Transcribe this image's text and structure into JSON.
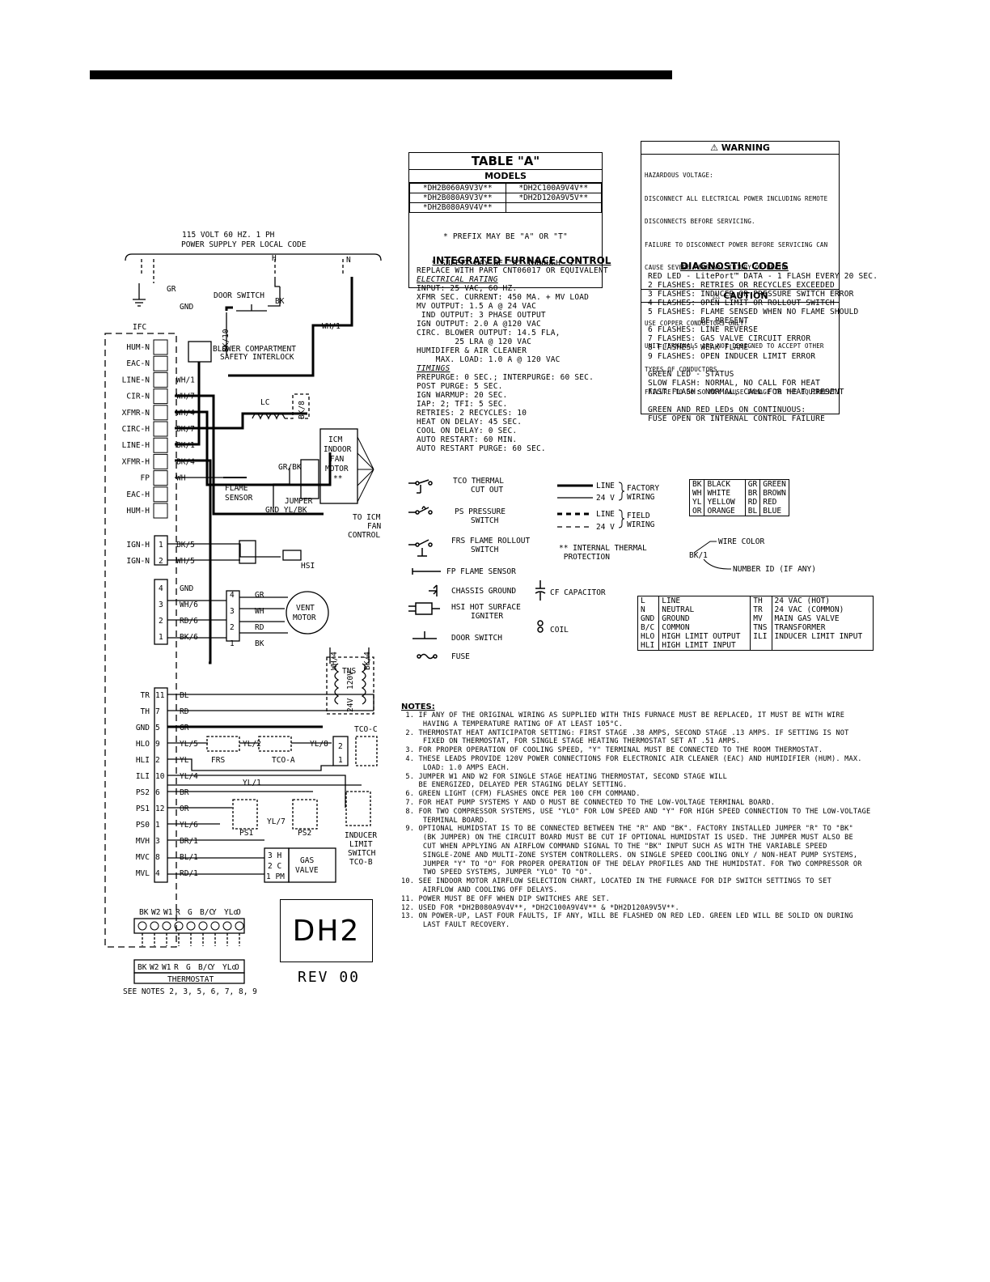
{
  "table_a": {
    "title": "TABLE \"A\"",
    "subtitle": "MODELS",
    "rows": [
      [
        "*DH2B060A9V3V**",
        "*DH2C100A9V4V**"
      ],
      [
        "*DH2B080A9V3V**",
        "*DH2D120A9V5V**"
      ],
      [
        "*DH2B080A9V4V**",
        ""
      ]
    ],
    "notes": [
      "* PREFIX MAY BE \"A\" OR \"T\"",
      "* SUFFIX MAY BE \"A\" THROUGH \"Z\""
    ]
  },
  "warning": {
    "title": "WARNING",
    "lines": [
      "HAZARDOUS VOLTAGE:",
      "DISCONNECT ALL ELECTRICAL POWER INCLUDING REMOTE",
      "DISCONNECTS BEFORE SERVICING.",
      "FAILURE TO DISCONNECT POWER BEFORE SERVICING CAN",
      "CAUSE SEVERE PERSONAL INJURY OR DEATH."
    ],
    "caution_title": "CAUTION",
    "caution_lines": [
      "USE COPPER CONDUCTORS ONLY!",
      "UNIT TERMINALS ARE NOT DESIGNED TO ACCEPT OTHER",
      "TYPES OF CONDUCTORS.",
      "FAILURE TO DO SO MAY CAUSE DAMAGE TO THE EQUIPMENT."
    ]
  },
  "ifc_spec": {
    "title": "INTEGRATED FURNACE CONTROL",
    "replace": "REPLACE WITH PART CNT06017 OR EQUIVALENT",
    "rating_title": "ELECTRICAL RATING",
    "rating_lines": [
      "INPUT: 25 VAC, 60 HZ.",
      "XFMR SEC. CURRENT: 450 MA. + MV LOAD",
      "MV OUTPUT: 1.5 A @ 24 VAC",
      " IND OUTPUT: 3 PHASE OUTPUT",
      "IGN OUTPUT: 2.0 A @120 VAC",
      "CIRC. BLOWER OUTPUT: 14.5 FLA,",
      "        25 LRA @ 120 VAC",
      "HUMIDIFER & AIR CLEANER",
      "    MAX. LOAD: 1.0 A @ 120 VAC"
    ],
    "timings_title": "TIMINGS",
    "timing_lines": [
      "PREPURGE: 0 SEC.; INTERPURGE: 60 SEC.",
      "POST PURGE: 5 SEC.",
      "IGN WARMUP: 20 SEC.",
      "IAP: 2; TFI: 5 SEC.",
      "RETRIES: 2 RECYCLES: 10",
      "HEAT ON DELAY: 45 SEC.",
      "COOL ON DELAY: 0 SEC.",
      "AUTO RESTART: 60 MIN.",
      "AUTO RESTART PURGE: 60 SEC."
    ]
  },
  "diagnostic": {
    "title": "DIAGNOSTIC CODES",
    "lines": [
      "RED LED - LitePort™ DATA - 1 FLASH EVERY 20 SEC.",
      "2 FLASHES: RETRIES OR RECYCLES EXCEEDED",
      "3 FLASHES: INDUCER OR PRESSURE SWITCH ERROR",
      "4 FLASHES: OPEN LIMIT OR ROLLOUT SWITCH",
      "5 FLASHES: FLAME SENSED WHEN NO FLAME SHOULD",
      "           BE PRESENT",
      "6 FLASHES: LINE REVERSE",
      "7 FLASHES: GAS VALVE CIRCUIT ERROR",
      "8 FLASHES: WEAK FLAME",
      "9 FLASHES: OPEN INDUCER LIMIT ERROR",
      "",
      "GREEN LED - STATUS",
      "SLOW FLASH: NORMAL, NO CALL FOR HEAT",
      "FAST FLASH: NORMAL, CALL FOR HEAT PRESENT",
      "",
      "GREEN AND RED LEDs ON CONTINUOUS:",
      "FUSE OPEN OR INTERNAL CONTROL FAILURE"
    ]
  },
  "legend": {
    "symbols": [
      {
        "label": "TCO THERMAL\n    CUT OUT"
      },
      {
        "label": "PS PRESSURE\n    SWITCH"
      },
      {
        "label": "FRS FLAME ROLLOUT\n      SWITCH"
      },
      {
        "label": "FP FLAME SENSOR"
      },
      {
        "label": "CHASSIS GROUND"
      },
      {
        "label": "HSI HOT SURFACE\n    IGNITER"
      },
      {
        "label": "DOOR SWITCH"
      },
      {
        "label": "FUSE"
      }
    ],
    "cf_label": "CF CAPACITOR",
    "coil_label": "COIL",
    "line_label": "LINE",
    "v24_label": "24 V",
    "factory_label": "FACTORY\nWIRING",
    "field_label": "FIELD\nWIRING",
    "internal_label": "** INTERNAL THERMAL\n   PROTECTION"
  },
  "color_codes": [
    [
      "BK",
      "BLACK",
      "GR",
      "GREEN"
    ],
    [
      "WH",
      "WHITE",
      "BR",
      "BROWN"
    ],
    [
      "YL",
      "YELLOW",
      "RD",
      "RED"
    ],
    [
      "OR",
      "ORANGE",
      "BL",
      "BLUE"
    ]
  ],
  "wire_example": {
    "code": "BK/1",
    "color": "WIRE COLOR",
    "number": "NUMBER ID (IF ANY)"
  },
  "abbrev": [
    [
      "L",
      "LINE",
      "TH",
      "24 VAC (HOT)"
    ],
    [
      "N",
      "NEUTRAL",
      "TR",
      "24 VAC (COMMON)"
    ],
    [
      "GND",
      "GROUND",
      "MV",
      "MAIN GAS VALVE"
    ],
    [
      "B/C",
      "COMMON",
      "TNS",
      "TRANSFORMER"
    ],
    [
      "HLO",
      "HIGH LIMIT OUTPUT",
      "ILI",
      "INDUCER LIMIT INPUT"
    ],
    [
      "HLI",
      "HIGH LIMIT INPUT",
      "",
      ""
    ]
  ],
  "notes": {
    "title": "NOTES:",
    "items": [
      " 1. IF ANY OF THE ORIGINAL WIRING AS SUPPLIED WITH THIS FURNACE MUST BE REPLACED, IT MUST BE WITH WIRE\n     HAVING A TEMPERATURE RATING OF AT LEAST 105°C.",
      " 2. THERMOSTAT HEAT ANTICIPATOR SETTING: FIRST STAGE .38 AMPS, SECOND STAGE .13 AMPS. IF SETTING IS NOT\n     FIXED ON THERMOSTAT, FOR SINGLE STAGE HEATING THERMOSTAT SET AT .51 AMPS.",
      " 3. FOR PROPER OPERATION OF COOLING SPEED, \"Y\" TERMINAL MUST BE CONNECTED TO THE ROOM THERMOSTAT.",
      " 4. THESE LEADS PROVIDE 120V POWER CONNECTIONS FOR ELECTRONIC AIR CLEANER (EAC) AND HUMIDIFIER (HUM). MAX.\n     LOAD: 1.0 AMPS EACH.",
      " 5. JUMPER W1 AND W2 FOR SINGLE STAGE HEATING THERMOSTAT, SECOND STAGE WILL\n    BE ENERGIZED, DELAYED PER STAGING DELAY SETTING.",
      " 6. GREEN LIGHT (CFM) FLASHES ONCE PER 100 CFM COMMAND.",
      " 7. FOR HEAT PUMP SYSTEMS Y AND O MUST BE CONNECTED TO THE LOW-VOLTAGE TERMINAL BOARD.",
      " 8. FOR TWO COMPRESSOR SYSTEMS, USE \"YLO\" FOR LOW SPEED AND \"Y\" FOR HIGH SPEED CONNECTION TO THE LOW-VOLTAGE\n     TERMINAL BOARD.",
      " 9. OPTIONAL HUMIDSTAT IS TO BE CONNECTED BETWEEN THE \"R\" AND \"BK\". FACTORY INSTALLED JUMPER \"R\" TO \"BK\"\n     (BK JUMPER) ON THE CIRCUIT BOARD MUST BE CUT IF OPTIONAL HUMIDSTAT IS USED. THE JUMPER MUST ALSO BE\n     CUT WHEN APPLYING AN AIRFLOW COMMAND SIGNAL TO THE \"BK\" INPUT SUCH AS WITH THE VARIABLE SPEED\n     SINGLE-ZONE AND MULTI-ZONE SYSTEM CONTROLLERS. ON SINGLE SPEED COOLING ONLY / NON-HEAT PUMP SYSTEMS,\n     JUMPER \"Y\" TO \"O\" FOR PROPER OPERATION OF THE DELAY PROFILES AND THE HUMIDSTAT. FOR TWO COMPRESSOR OR\n     TWO SPEED SYSTEMS, JUMPER \"YLO\" TO \"O\".",
      "10. SEE INDOOR MOTOR AIRFLOW SELECTION CHART, LOCATED IN THE FURNACE FOR DIP SWITCH SETTINGS TO SET\n     AIRFLOW AND COOLING OFF DELAYS.",
      "11. POWER MUST BE OFF WHEN DIP SWITCHES ARE SET.",
      "12. USED FOR *DH2B080A9V4V**, *DH2C100A9V4V** & *DH2D120A9V5V**.",
      "13. ON POWER-UP, LAST FOUR FAULTS, IF ANY, WILL BE FLASHED ON RED LED. GREEN LED WILL BE SOLID ON DURING\n     LAST FAULT RECOVERY."
    ]
  },
  "schematic": {
    "power_supply": "115 VOLT 60 HZ. 1 PH\nPOWER SUPPLY PER LOCAL CODE",
    "ifc_label": "IFC",
    "ifc_terms": [
      "HUM-N",
      "EAC-N",
      "LINE-N",
      "CIR-N",
      "XFMR-N",
      "CIRC-H",
      "LINE-H",
      "XFMR-H",
      "FP",
      "EAC-H",
      "HUM-H"
    ],
    "ifc_wires": [
      "",
      "",
      "WH/1",
      "WH/7",
      "WH/4",
      "BK/7",
      "BK/1",
      "BK/4",
      "WH",
      "",
      ""
    ],
    "ign_terms": [
      "IGN-H",
      "IGN-N"
    ],
    "ign_pins": [
      "1",
      "2"
    ],
    "ign_wires": [
      "BK/5",
      "WH/5"
    ],
    "vent_pins": [
      "4",
      "3",
      "2",
      "1"
    ],
    "vent_wires": [
      "GND",
      "WH/6",
      "RD/6",
      "BK/6"
    ],
    "vent_plug": [
      "4",
      "3",
      "2",
      "1"
    ],
    "vent_plug_wires": [
      "GR",
      "WH",
      "RD",
      "BK"
    ],
    "lv_terms": [
      "TR",
      "TH",
      "GND",
      "HLO",
      "HLI",
      "ILI",
      "PS2",
      "PS1",
      "PS0",
      "MVH",
      "MVC",
      "MVL"
    ],
    "lv_pins": [
      "11",
      "7",
      "5",
      "9",
      "2",
      "10",
      "6",
      "12",
      "1",
      "3",
      "8",
      "4"
    ],
    "lv_wires": [
      "BL",
      "RD",
      "GR",
      "YL/5",
      "YL",
      "YL/4",
      "BR",
      "OR",
      "YL/6",
      "BR/1",
      "BL/1",
      "RD/1"
    ],
    "labels": {
      "gr": "GR",
      "gnd": "GND",
      "door_switch": "DOOR SWITCH",
      "h": "H",
      "n": "N",
      "bk": "BK",
      "bk10": "BK/10",
      "wh1": "WH/1",
      "interlock": "BLOWER COMPARTMENT\nSAFETY INTERLOCK",
      "lc": "LC",
      "bk8": "BK/8",
      "grbk": "GR/BK",
      "icm": "ICM\nINDOOR\nFAN\nMOTOR\n**",
      "flame": "FLAME\nSENSOR",
      "jumper": "JUMPER\nYL/BK",
      "to_icm": "TO ICM\nFAN\nCONTROL",
      "hsi": "HSI",
      "vent": "VENT\nMOTOR",
      "wh4": "WH/4",
      "bk4": "BK/4",
      "tns": "TNS",
      "v120": "120V",
      "v24": "24V",
      "frs": "FRS",
      "tcoa": "TCO-A",
      "tcoc": "TCO-C",
      "yl2": "YL/2",
      "yl8": "YL/8",
      "yl1": "YL/1",
      "yl7": "YL/7",
      "ps1": "PS1",
      "ps2": "PS2",
      "inducer": "INDUCER\nLIMIT\nSWITCH\nTCO-B",
      "gas": "GAS\nVALVE",
      "gv_pins": [
        "3 H",
        "2 C",
        "1 PM"
      ],
      "tstat_top": [
        "BK",
        "W2",
        "W1",
        "R",
        "G",
        "B/C",
        "Y",
        "YLo",
        "O"
      ],
      "tstat_bottom": [
        "BK",
        "W2",
        "W1",
        "R",
        "G",
        "B/C",
        "Y",
        "YLo",
        "O"
      ],
      "thermostat": "THERMOSTAT",
      "see_notes": "SEE NOTES 2, 3, 5, 6, 7, 8, 9",
      "c2": "2",
      "c1": "1"
    }
  },
  "model_box": {
    "code": "DH2",
    "rev": "REV 00"
  }
}
